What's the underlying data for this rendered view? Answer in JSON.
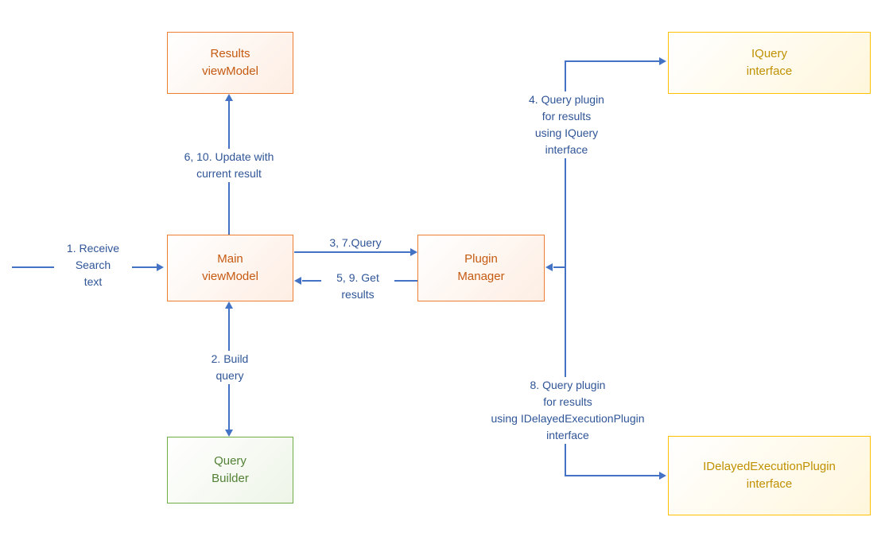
{
  "diagram": {
    "nodes": {
      "results_viewmodel": {
        "line1": "Results",
        "line2": "viewModel"
      },
      "iquery_interface": {
        "line1": "IQuery",
        "line2": "interface"
      },
      "main_viewmodel": {
        "line1": "Main",
        "line2": "viewModel"
      },
      "plugin_manager": {
        "line1": "Plugin",
        "line2": "Manager"
      },
      "query_builder": {
        "line1": "Query",
        "line2": "Builder"
      },
      "idelayed_interface": {
        "line1": "IDelayedExecutionPlugin",
        "line2": "interface"
      }
    },
    "labels": {
      "receive_search": {
        "line1": "1. Receive",
        "line2": "Search",
        "line3": "text"
      },
      "update_result": {
        "line1": "6, 10. Update with",
        "line2": "current result"
      },
      "build_query": {
        "line1": "2. Build",
        "line2": "query"
      },
      "query_37": {
        "line1": "3, 7.Query"
      },
      "get_results": {
        "line1": "5, 9. Get",
        "line2": "results"
      },
      "query_plugin_iquery": {
        "line1": "4. Query plugin",
        "line2": "for results",
        "line3": "using IQuery",
        "line4": "interface"
      },
      "query_plugin_idelayed": {
        "line1": "8. Query plugin",
        "line2": "for results",
        "line3": "using IDelayedExecutionPlugin",
        "line4": "interface"
      }
    },
    "colors": {
      "orange_border": "#ED7D31",
      "orange_text": "#C55A11",
      "gold_border": "#FFC000",
      "gold_text": "#BF9000",
      "green_border": "#70AD47",
      "green_text": "#538135",
      "connector": "#4472C4",
      "label_text": "#2F5597"
    }
  }
}
